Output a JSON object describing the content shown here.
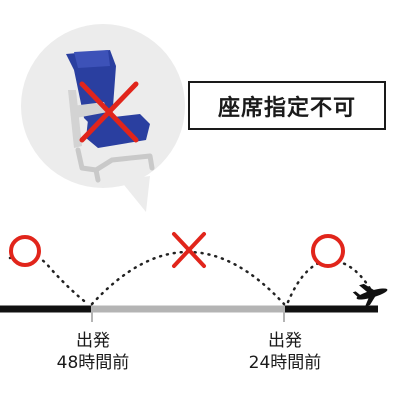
{
  "label": "座席指定不可",
  "timeline": {
    "points": [
      {
        "line1": "出発",
        "line2": "48時間前"
      },
      {
        "line1": "出発",
        "line2": "24時間前"
      }
    ]
  },
  "colors": {
    "ok_mark": "#e1251b",
    "ng_mark": "#e1251b",
    "line_dark": "#111111",
    "line_gray": "#b4b4b4",
    "bubble": "#ececec",
    "seat_blue": "#2a3fa0",
    "seat_frame": "#c7c7c7"
  },
  "icons": [
    "seat-icon",
    "cross-icon",
    "circle-icon",
    "airplane-icon"
  ]
}
